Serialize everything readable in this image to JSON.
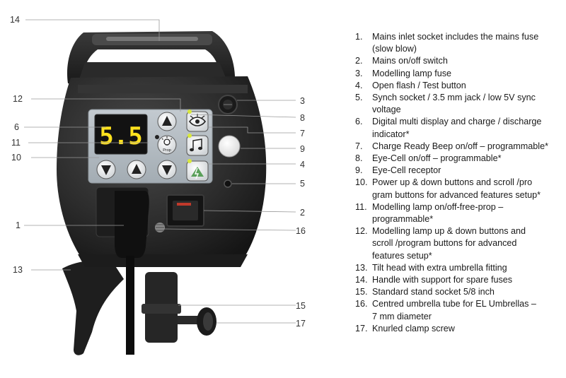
{
  "display": {
    "reading": "5.5",
    "prop_label": "Prop"
  },
  "colors": {
    "body": "#2c2c2c",
    "panel": "#aeb6bd",
    "lcd_bg": "#121212",
    "lcd_digits": "#ffe21e",
    "led": "#d9e83a",
    "leader": "#9a9a9a"
  },
  "icons": {
    "up_arrow": "up-arrow-icon",
    "down_arrow": "down-arrow-icon",
    "eye": "eye-icon",
    "note": "music-note-icon",
    "bulb": "lamp-bulb-icon",
    "eye_cell": "eye-cell-icon"
  },
  "callouts": [
    {
      "id": "c14",
      "text": "14"
    },
    {
      "id": "c12",
      "text": "12"
    },
    {
      "id": "c6",
      "text": "6"
    },
    {
      "id": "c11",
      "text": "11"
    },
    {
      "id": "c10",
      "text": "10"
    },
    {
      "id": "c1",
      "text": "1"
    },
    {
      "id": "c13",
      "text": "13"
    },
    {
      "id": "c3",
      "text": "3"
    },
    {
      "id": "c8",
      "text": "8"
    },
    {
      "id": "c7",
      "text": "7"
    },
    {
      "id": "c9",
      "text": "9"
    },
    {
      "id": "c4",
      "text": "4"
    },
    {
      "id": "c5",
      "text": "5"
    },
    {
      "id": "c2",
      "text": "2"
    },
    {
      "id": "c16",
      "text": "16"
    },
    {
      "id": "c15",
      "text": "15"
    },
    {
      "id": "c17",
      "text": "17"
    }
  ],
  "legend": [
    {
      "num": "1.",
      "lines": [
        "Mains inlet socket includes the mains fuse",
        "(slow blow)"
      ]
    },
    {
      "num": "2.",
      "lines": [
        "Mains on/off switch"
      ]
    },
    {
      "num": "3.",
      "lines": [
        "Modelling lamp fuse"
      ]
    },
    {
      "num": "4.",
      "lines": [
        "Open flash / Test button"
      ]
    },
    {
      "num": "5.",
      "lines": [
        "Synch socket / 3.5 mm jack / low 5V sync",
        "voltage"
      ]
    },
    {
      "num": "6.",
      "lines": [
        "Digital multi display and charge / discharge",
        "indicator*"
      ]
    },
    {
      "num": "7.",
      "lines": [
        "Charge Ready Beep on/off – programmable*"
      ]
    },
    {
      "num": "8.",
      "lines": [
        "Eye-Cell on/off – programmable*"
      ]
    },
    {
      "num": "9.",
      "lines": [
        "Eye-Cell receptor"
      ]
    },
    {
      "num": "10.",
      "lines": [
        "Power up & down buttons and scroll /pro",
        "gram buttons for advanced features setup*"
      ]
    },
    {
      "num": "11.",
      "lines": [
        "Modelling lamp on/off-free-prop –",
        "programmable*"
      ]
    },
    {
      "num": "12.",
      "lines": [
        "Modelling lamp up & down buttons and",
        "scroll /program buttons for advanced",
        "features setup*"
      ]
    },
    {
      "num": "13.",
      "lines": [
        "Tilt head with extra umbrella fitting"
      ]
    },
    {
      "num": "14.",
      "lines": [
        "Handle with support for spare fuses"
      ]
    },
    {
      "num": "15.",
      "lines": [
        "Standard stand socket 5/8 inch"
      ]
    },
    {
      "num": "16.",
      "lines": [
        "Centred umbrella tube for EL Umbrellas –",
        "   7 mm diameter"
      ]
    },
    {
      "num": "17.",
      "lines": [
        "Knurled clamp screw"
      ]
    }
  ]
}
